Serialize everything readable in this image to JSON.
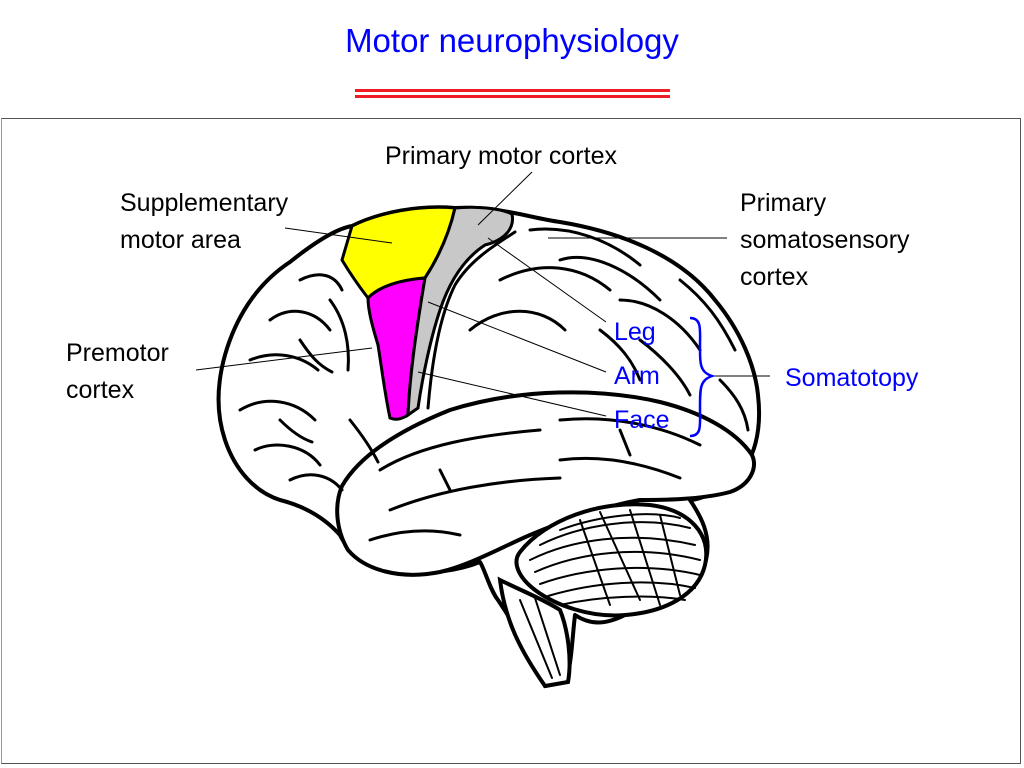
{
  "title": "Motor neurophysiology",
  "accent_colors": {
    "title": "#0000ff",
    "rule": "#ee1c25",
    "supplementary_motor_area": "#ffff00",
    "premotor_cortex": "#ff00ff",
    "primary_motor_cortex": "#c8c8c8",
    "somatotopy_labels": "#0000ff"
  },
  "labels": {
    "primary_motor": "Primary motor cortex",
    "supplementary": [
      "Supplementary",
      "motor area"
    ],
    "primary_somatosensory": [
      "Primary",
      "somatosensory",
      "cortex"
    ],
    "premotor": [
      "Premotor",
      "cortex"
    ],
    "leg": "Leg",
    "arm": "Arm",
    "face": "Face",
    "somatotopy": "Somatotopy"
  }
}
